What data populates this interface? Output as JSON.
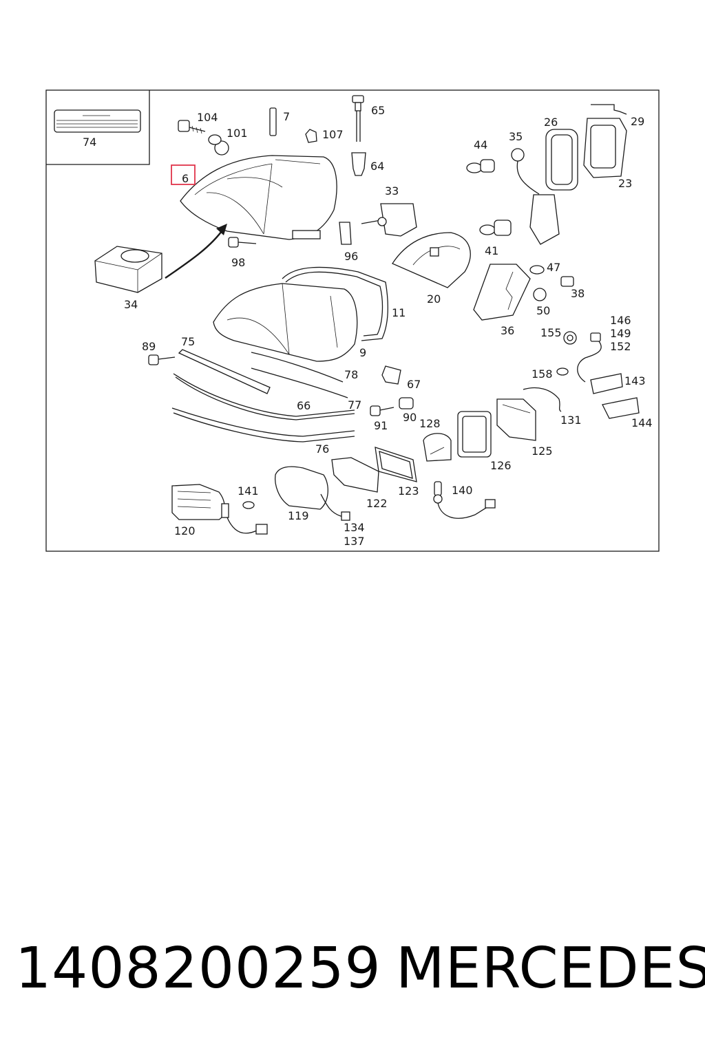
{
  "diagram": {
    "highlight_color": "#e0344a",
    "labels": {
      "l74": "74",
      "l104": "104",
      "l101": "101",
      "l7": "7",
      "l107": "107",
      "l65": "65",
      "l64": "64",
      "l33": "33",
      "l44": "44",
      "l35": "35",
      "l26": "26",
      "l29": "29",
      "l23": "23",
      "l6": "6",
      "l98": "98",
      "l96": "96",
      "l34": "34",
      "l41": "41",
      "l47": "47",
      "l38": "38",
      "l50": "50",
      "l20": "20",
      "l11": "11",
      "l36": "36",
      "l9": "9",
      "l89": "89",
      "l75": "75",
      "l78": "78",
      "l67": "67",
      "l146": "146",
      "l149": "149",
      "l152": "152",
      "l155": "155",
      "l158": "158",
      "l143": "143",
      "l66": "66",
      "l77": "77",
      "l91": "91",
      "l90": "90",
      "l128": "128",
      "l131": "131",
      "l144": "144",
      "l125": "125",
      "l126": "126",
      "l76": "76",
      "l141": "141",
      "l119": "119",
      "l122": "122",
      "l123": "123",
      "l140": "140",
      "l120": "120",
      "l134": "134",
      "l137": "137"
    }
  },
  "caption": {
    "part_number": "1408200259",
    "brand": "MERCEDES"
  }
}
